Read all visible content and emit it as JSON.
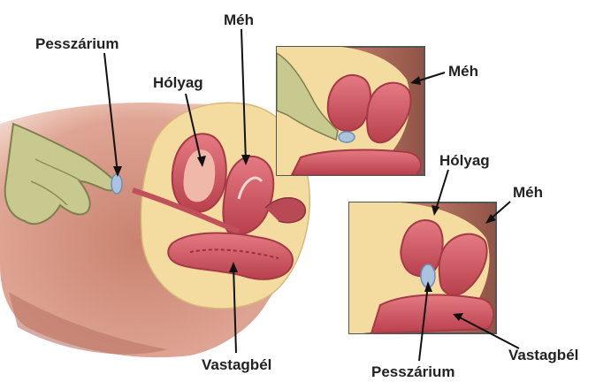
{
  "labels": {
    "main_pessary": "Pesszárium",
    "main_bladder": "Hólyag",
    "main_uterus": "Méh",
    "main_colon": "Vastagbél",
    "inset1_uterus": "Méh",
    "inset2_bladder": "Hólyag",
    "inset2_uterus": "Méh",
    "inset2_colon": "Vastagbél",
    "inset2_pessary": "Pesszárium"
  },
  "colors": {
    "background": "#ffffff",
    "skin": "#d89a88",
    "skin_dark": "#a86a5c",
    "fat": "#f4dca0",
    "muscle": "#d24e5a",
    "muscle_light": "#e9848c",
    "glove": "#c8c98e",
    "pessary": "#a9c3e0",
    "label_text": "#222222",
    "frame": "#555555"
  }
}
